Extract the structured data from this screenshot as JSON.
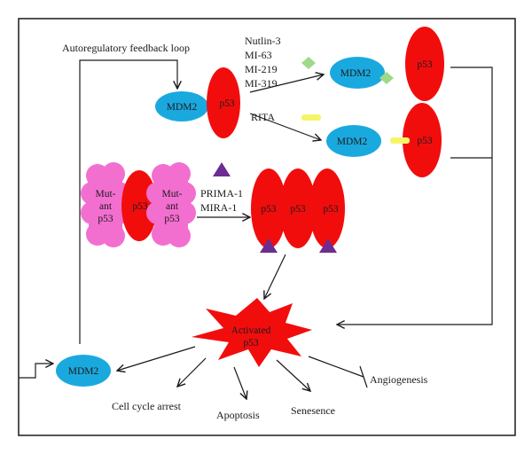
{
  "labels": {
    "autoregulatory": "Autoregulatory feedback loop",
    "nutlin3": "Nutlin-3",
    "mi63": "MI-63",
    "mi219": "MI-219",
    "mi319": "MI-319",
    "rita": "RITA",
    "prima1": "PRIMA-1",
    "mira1": "MIRA-1",
    "cell_cycle_arrest": "Cell cycle arrest",
    "apoptosis": "Apoptosis",
    "senesence": "Senesence",
    "angiogenesis": "Angiogenesis"
  },
  "nodes": {
    "mdm2": "MDM2",
    "p53": "p53",
    "mutant_line1": "Mut-",
    "mutant_line2": "ant",
    "mutant_line3": "p53",
    "activated_line1": "Activated",
    "activated_line2": "p53"
  },
  "colors": {
    "mdm2": "#1aa9df",
    "p53": "#f20d0d",
    "mutant": "#f26fd0",
    "nutlin_diamond": "#9fd98a",
    "rita_bar": "#f5f56a",
    "prima_triangle": "#6b2d91",
    "border": "#1a1a1a"
  }
}
